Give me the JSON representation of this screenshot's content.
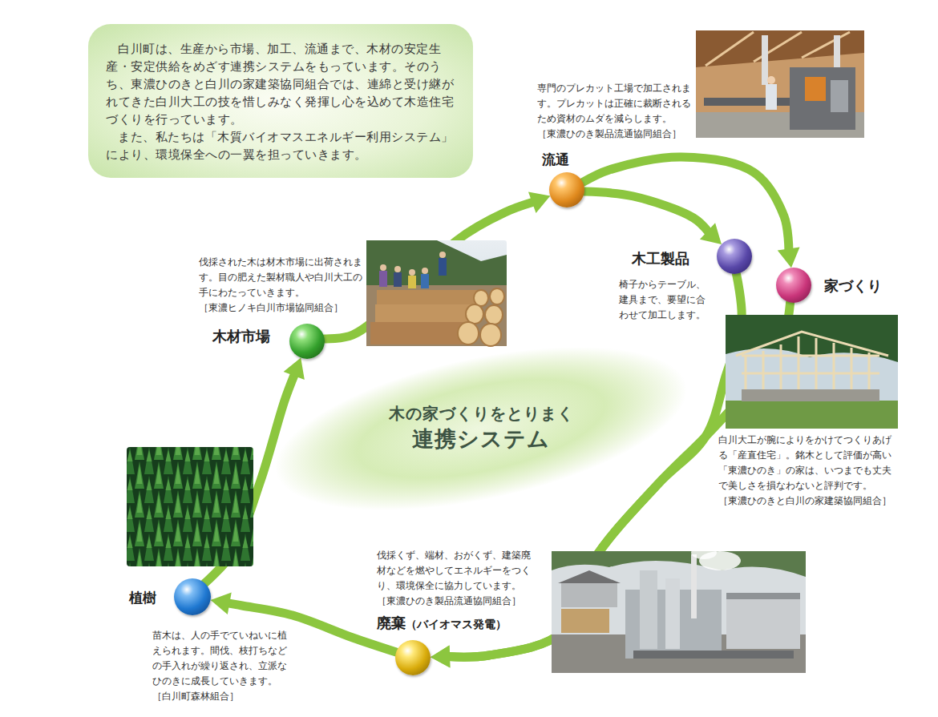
{
  "diagram": {
    "nodes": [
      {
        "text": [
          "白川町は、生産から市場、加工、流通まで、木材の安定生産・安定供給をめざす連携システムをもっています。そのうち、東濃ひのきと白川の家建築協同組合では、連綿と受け継がれてきた白川大工の技を惜しみなく発揮し心を込めて木造住宅づくりを行っています。",
          "また、私たちは「木質バイオマスエネルギー利用システム」により、環境保全への一翼を担っていきます。"
        ]
      },
      {
        "text": [
          "流通"
        ]
      },
      {
        "text": [
          "木工製品"
        ]
      },
      {
        "text": [
          "家づくり"
        ]
      },
      {
        "text": [
          "木材市場"
        ]
      },
      {
        "text": [
          "木の家づくりをとりまく",
          "連携システム"
        ]
      },
      {
        "text": [
          "植樹"
        ]
      },
      {
        "text": [
          "廃棄",
          "（バイオマス発電）"
        ]
      }
    ],
    "edges": [
      {
        "from": 6,
        "to": 4,
        "arrow": "to"
      },
      {
        "from": 4,
        "to": 1,
        "arrow": "to"
      },
      {
        "from": 1,
        "to": 2,
        "arrow": "to"
      },
      {
        "from": 1,
        "to": 3,
        "arrow": "to"
      },
      {
        "from": 2,
        "to": 7,
        "arrow": "to"
      },
      {
        "from": 3,
        "to": 7,
        "arrow": "to"
      },
      {
        "from": 7,
        "to": 6,
        "arrow": "to"
      }
    ],
    "labels": [
      "専門のプレカット工場で加工されます。プレカットは正確に裁断されるため資材のムダを減らします。",
      "［東濃ひのき製品流通協同組合］",
      "伐採された木は材木市場に出荷されます。目の肥えた製材職人や白川大工の手にわたっていきます。",
      "［東濃ヒノキ白川市場協同組合］",
      "椅子からテーブル、建具まで、要望に合わせて加工します。",
      "白川大工が腕によりをかけてつくりあげる「産直住宅」。銘木として評価が高い「東濃ひのき」の家は、いつまでも丈夫で美しさを損なわないと評判です。",
      "［東濃ひのきと白川の家建築協同組合］",
      "伐採くず、端材、おがくず、建築廃材などを燃やしてエネルギーをつくり、環境保全に協力しています。",
      "［東濃ひのき製品流通協同組合］",
      "苗木は、人の手でていねいに植えられます。間伐、枝打ちなどの手入れが繰り返され、立派なひのきに成長していきます。",
      "［白川町森林組合］"
    ]
  }
}
